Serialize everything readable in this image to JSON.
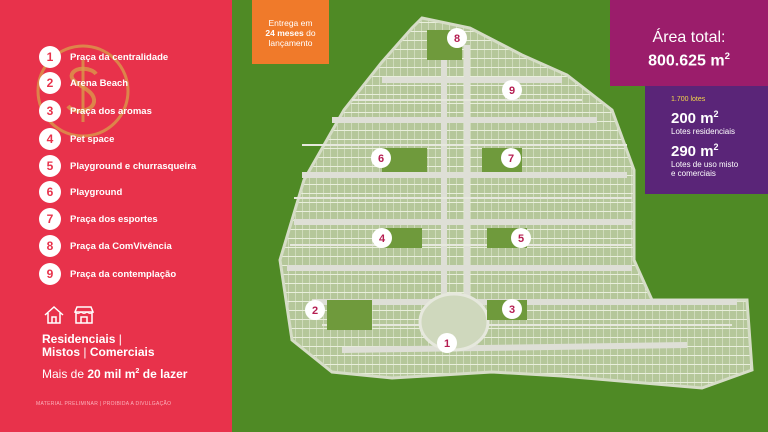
{
  "legend": {
    "items": [
      {
        "num": "1",
        "label": "Praça da centralidade"
      },
      {
        "num": "2",
        "label": "Arena Beach"
      },
      {
        "num": "3",
        "label": "Praça dos aromas"
      },
      {
        "num": "4",
        "label": "Pet space"
      },
      {
        "num": "5",
        "label": "Playground e churrasqueira"
      },
      {
        "num": "6",
        "label": "Playground"
      },
      {
        "num": "7",
        "label": "Praça dos esportes"
      },
      {
        "num": "8",
        "label": "Praça da ComVivência"
      },
      {
        "num": "9",
        "label": "Praça da contemplação"
      }
    ]
  },
  "footer": {
    "types": [
      "Residenciais",
      "Mistos",
      "Comerciais"
    ],
    "leisure_prefix": "Mais de",
    "leisure_value": "20 mil m",
    "leisure_suffix": "de lazer",
    "disclaimer": "MATERIAL PRELIMINAR | PROIBIDA A DIVULGAÇÃO"
  },
  "delivery": {
    "line1": "Entrega em",
    "line2": "24 meses",
    "line3": "do",
    "line4": "lançamento"
  },
  "area": {
    "label": "Área total:",
    "value": "800.625 m"
  },
  "lots": {
    "count": "1.700 lotes",
    "residential_size": "200 m",
    "residential_desc": "Lotes residenciais",
    "mixed_size": "290 m",
    "mixed_desc_1": "Lotes de uso misto",
    "mixed_desc_2": "e comerciais"
  },
  "map_markers": [
    {
      "num": "1",
      "label": "Praça da centralidade"
    },
    {
      "num": "2",
      "label": "Arena Beach"
    },
    {
      "num": "3",
      "label": "Praça dos aromas"
    },
    {
      "num": "4",
      "label": "Pet space"
    },
    {
      "num": "5",
      "label": "Playground e churrasqueira"
    },
    {
      "num": "6",
      "label": "Playground"
    },
    {
      "num": "7",
      "label": "Praça dos esportes"
    },
    {
      "num": "8",
      "label": "Praça da ComVivência"
    },
    {
      "num": "9",
      "label": "Praça da contemplação"
    }
  ],
  "colors": {
    "left_panel": "#e8324b",
    "grass": "#4f8a25",
    "delivery": "#f07a2a",
    "area": "#9b1d6b",
    "lots": "#5a2578",
    "marker": "#b51e52"
  }
}
